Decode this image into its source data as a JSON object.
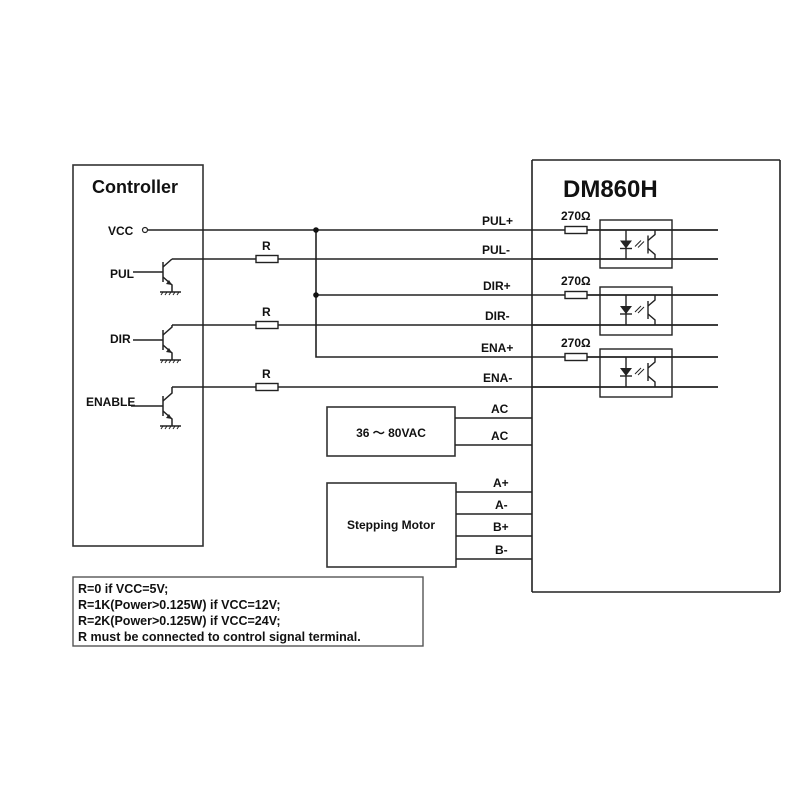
{
  "controller": {
    "title": "Controller",
    "pins": {
      "vcc": "VCC",
      "pul": "PUL",
      "dir": "DIR",
      "enable": "ENABLE"
    },
    "resistor_label": "R"
  },
  "driver": {
    "title": "DM860H",
    "terminals": {
      "pul_plus": "PUL+",
      "pul_minus": "PUL-",
      "dir_plus": "DIR+",
      "dir_minus": "DIR-",
      "ena_plus": "ENA+",
      "ena_minus": "ENA-",
      "ac1": "AC",
      "ac2": "AC",
      "a_plus": "A+",
      "a_minus": "A-",
      "b_plus": "B+",
      "b_minus": "B-"
    },
    "input_resistor": "270Ω"
  },
  "power_supply": {
    "label": "36 ～ 80VAC"
  },
  "motor": {
    "label": "Stepping Motor"
  },
  "notes": [
    "R=0 if VCC=5V;",
    "R=1K(Power>0.125W) if VCC=12V;",
    "R=2K(Power>0.125W) if VCC=24V;",
    "R must be connected to control signal terminal."
  ]
}
